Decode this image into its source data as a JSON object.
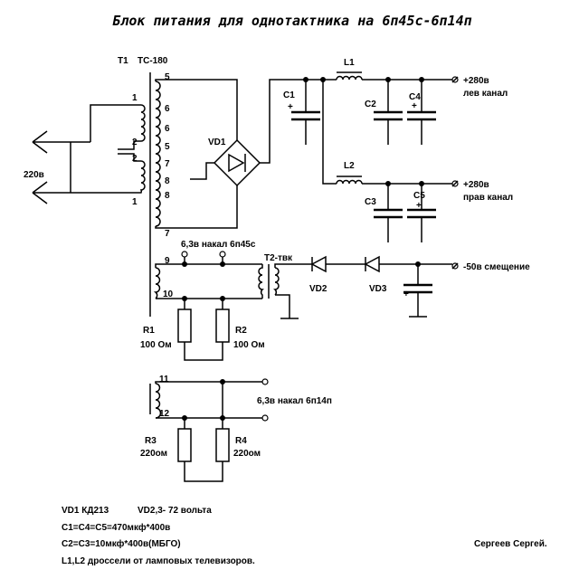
{
  "title": "Блок питания для однотактника на 6п45с-6п14п",
  "transformer": {
    "ref": "T1",
    "type": "ТС-180"
  },
  "mains_voltage": "220в",
  "pins": {
    "p1a": "1",
    "p2a": "2",
    "p2b": "2",
    "p1b": "1",
    "s5a": "5",
    "s6a": "6",
    "s6b": "6",
    "s5b": "5",
    "s7a": "7",
    "s8a": "8",
    "s8b": "8",
    "s7b": "7",
    "p9": "9",
    "p10": "10",
    "p11": "11",
    "p12": "12"
  },
  "components": {
    "vd1": "VD1",
    "vd2": "VD2",
    "vd3": "VD3",
    "c1": "C1",
    "c2": "C2",
    "c3": "C3",
    "c4": "C4",
    "c5": "C5",
    "l1": "L1",
    "l2": "L2",
    "t2": "T2-твк",
    "r1": "R1",
    "r1_val": "100 Ом",
    "r2": "R2",
    "r2_val": "100 Ом",
    "r3": "R3",
    "r3_val": "220ом",
    "r4": "R4",
    "r4_val": "220ом",
    "plus": "+"
  },
  "outputs": {
    "left_v": "+280в",
    "left_name": "лев канал",
    "right_v": "+280в",
    "right_name": "прав канал",
    "bias": "-50в смещение",
    "heater_45": "6,3в накал 6п45с",
    "heater_14": "6,3в накал 6п14п"
  },
  "notes": {
    "n1a": "VD1 КД213",
    "n1b": "VD2,3- 72 вольта",
    "n2": "C1=C4=C5=470мкф*400в",
    "n3": "C2=C3=10мкф*400в(МБГО)",
    "n4": "L1,L2 дроссели от ламповых телевизоров.",
    "author": "Сергеев Сергей."
  }
}
